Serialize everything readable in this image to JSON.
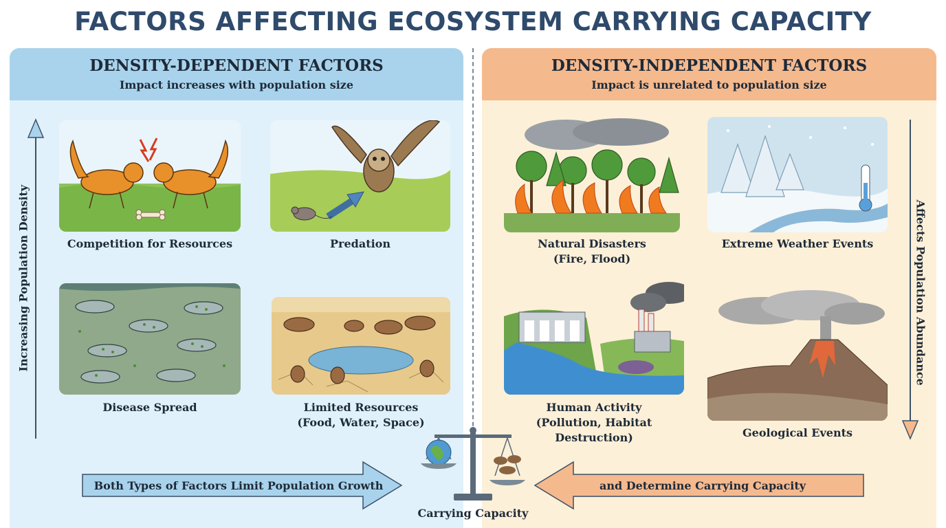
{
  "title": "FACTORS AFFECTING ECOSYSTEM CARRYING CAPACITY",
  "left_panel": {
    "title": "DENSITY-DEPENDENT FACTORS",
    "subtitle": "Impact increases with population size",
    "axis_label": "Increasing Population Density",
    "items": [
      {
        "label": "Competition for Resources"
      },
      {
        "label": "Predation"
      },
      {
        "label": "Disease Spread"
      },
      {
        "label": "Limited Resources",
        "detail": "(Food, Water, Space)"
      }
    ]
  },
  "right_panel": {
    "title": "DENSITY-INDEPENDENT FACTORS",
    "subtitle": "Impact is unrelated to population size",
    "axis_label": "Affects Population Abundance",
    "items": [
      {
        "label": "Natural Disasters",
        "detail": "(Fire, Flood)"
      },
      {
        "label": "Extreme Weather Events"
      },
      {
        "label": "Human Activity",
        "detail": "(Pollution, Habitat Destruction)"
      },
      {
        "label": "Geological Events"
      }
    ]
  },
  "bottom": {
    "left_banner": "Both Types of Factors Limit Population Growth",
    "right_banner": "and Determine Carrying Capacity",
    "center_label": "Carrying Capacity"
  },
  "colors": {
    "title": "#2f4a6b",
    "left_header": "#a9d3ec",
    "left_body": "#e1f1fb",
    "right_header": "#f5b98e",
    "right_body": "#fdf0d8",
    "left_arrow": "#a9d3ec",
    "right_arrow": "#f5b98e"
  }
}
